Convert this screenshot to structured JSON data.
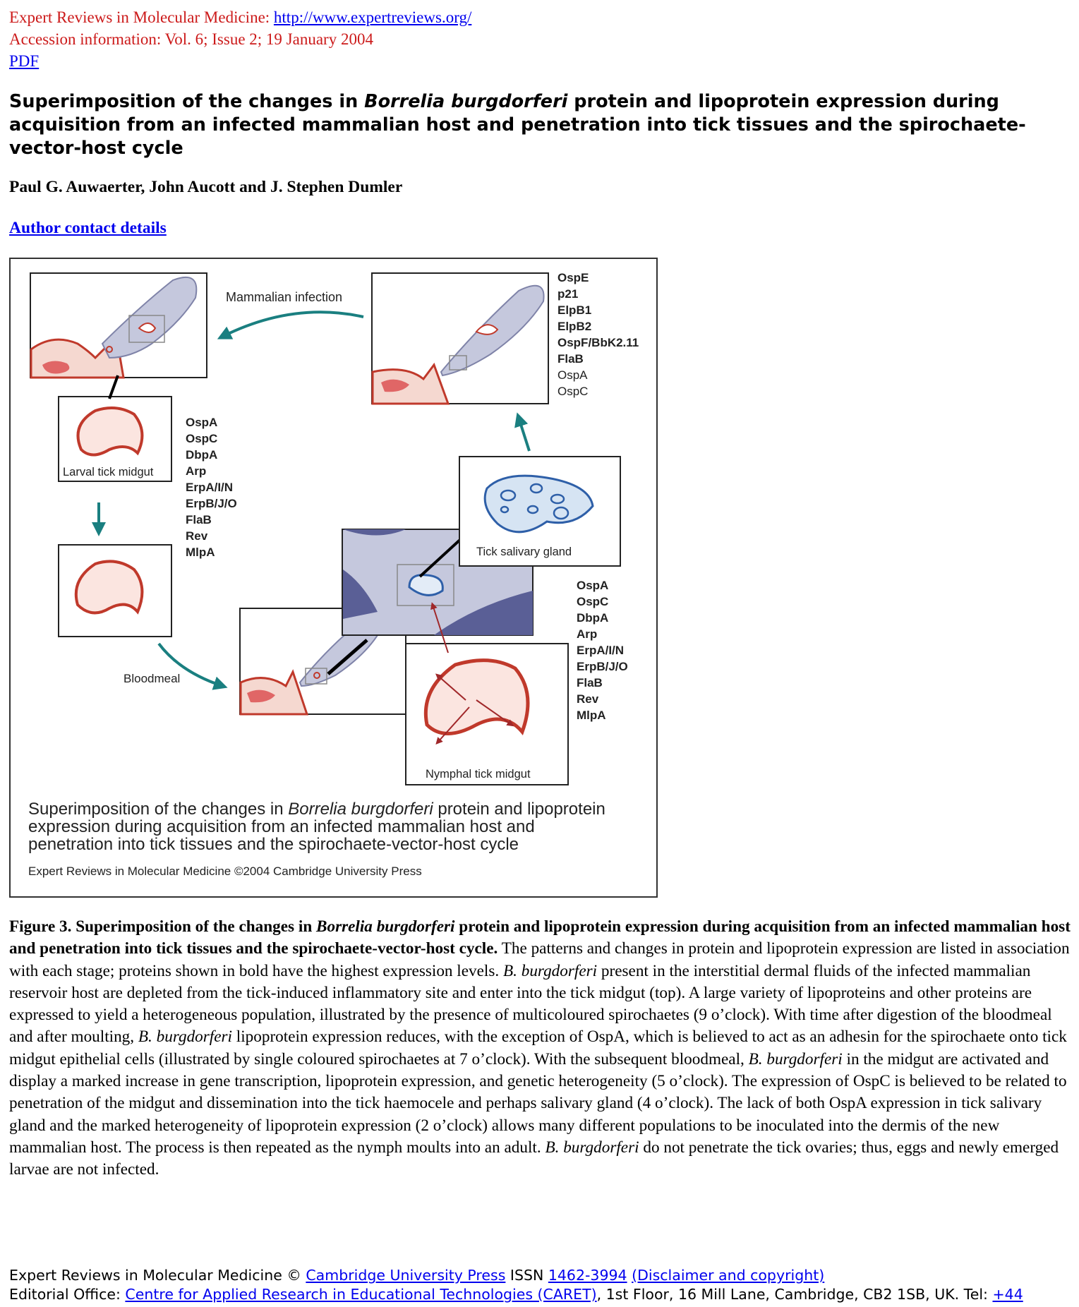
{
  "header": {
    "journal_label": "Expert Reviews in Molecular Medicine: ",
    "journal_url": "http://www.expertreviews.org/",
    "accession": "Accession information: Vol. 6; Issue 2; 19 January 2004",
    "pdf_link": "PDF"
  },
  "article": {
    "title_pre": "Superimposition of the changes in ",
    "title_italic": "Borrelia burgdorferi",
    "title_post": " protein and lipoprotein expression during acquisition from an infected mammalian host and penetration into tick tissues and the spirochaete-vector-host cycle",
    "authors": "Paul G. Auwaerter, John Aucott and J. Stephen Dumler",
    "contact_link": "Author contact details"
  },
  "figure": {
    "label_mammalian_infection": "Mammalian infection",
    "label_larval": "Larval tick midgut",
    "label_bloodmeal": "Bloodmeal",
    "label_salivary": "Tick salivary gland",
    "label_nymphal": "Nymphal tick midgut",
    "list_top": [
      "OspE",
      "p21",
      "ElpB1",
      "ElpB2",
      "OspF/BbK2.11",
      "FlaB",
      "OspA",
      "OspC"
    ],
    "list_left": [
      "OspA",
      "OspC",
      "DbpA",
      "Arp",
      "ErpA/I/N",
      "ErpB/J/O",
      "FlaB",
      "Rev",
      "MlpA"
    ],
    "list_right": [
      "OspA",
      "OspC",
      "DbpA",
      "Arp",
      "ErpA/I/N",
      "ErpB/J/O",
      "FlaB",
      "Rev",
      "MlpA"
    ],
    "inner_caption_pre": "Superimposition of the changes in ",
    "inner_caption_italic": "Borrelia burgdorferi",
    "inner_caption_post": " protein and lipoprotein",
    "inner_caption_line2": "expression during acquisition from an infected mammalian host and",
    "inner_caption_line3": "penetration into tick tissues and the spirochaete-vector-host cycle",
    "credit": "Expert Reviews in Molecular Medicine ©2004 Cambridge University Press"
  },
  "caption": {
    "bold_pre": "Figure 3. Superimposition of the changes in ",
    "bold_italic": "Borrelia burgdorferi",
    "bold_post": " protein and lipoprotein expression during acquisition from an infected mammalian host and penetration into tick tissues and the spirochaete-vector-host cycle.",
    "t1": " The patterns and changes in protein and lipoprotein expression are listed in association with each stage; proteins shown in bold have the highest expression levels. ",
    "i1": "B. burgdorferi",
    "t2": " present in the interstitial dermal fluids of the infected mammalian reservoir host are depleted from the tick-induced inflammatory site and enter into the tick midgut (top). A large variety of lipoproteins and other proteins are expressed to yield a heterogeneous population, illustrated by the presence of multicoloured spirochaetes (9 o’clock). With time after digestion of the bloodmeal and after moulting, ",
    "i2": "B. burgdorferi",
    "t3": " lipoprotein expression reduces, with the exception of OspA, which is believed to act as an adhesin for the spirochaete onto tick midgut epithelial cells (illustrated by single coloured spirochaetes at 7 o’clock). With the subsequent bloodmeal, ",
    "i3": "B. burgdorferi",
    "t4": " in the midgut are activated and display a marked increase in gene transcription, lipoprotein expression, and genetic heterogeneity (5 o’clock). The expression of OspC is believed to be related to penetration of the midgut and dissemination into the tick haemocele and perhaps salivary gland (4 o’clock). The lack of both OspA expression in tick salivary gland and the marked heterogeneity of lipoprotein expression (2 o’clock) allows many different populations to be inoculated into the dermis of the new mammalian host. The process is then repeated as the nymph moults into an adult. ",
    "i4": "B. burgdorferi",
    "t5": " do not penetrate the tick ovaries; thus, eggs and newly emerged larvae are not infected."
  },
  "footer": {
    "l1_pre": "Expert Reviews in Molecular Medicine © ",
    "l1_link1": "Cambridge University Press",
    "l1_mid": " ISSN ",
    "l1_link2": "1462-3994",
    "l1_link3": "(Disclaimer and copyright)",
    "l2_pre": "Editorial Office: ",
    "l2_link1": "Centre for Applied Research in Educational Technologies (CARET)",
    "l2_mid": ", 1st Floor, 16 Mill Lane, Cambridge, CB2 1SB, UK. Tel: ",
    "l2_link2": "+44"
  },
  "colors": {
    "header_red": "#cc1a1a",
    "link_blue": "#0000ee",
    "teal_arrow": "#1a7f80",
    "tick_body": "#c5c8dd",
    "skin_pink": "#f5d8d0",
    "midgut_red": "#c0392b"
  }
}
